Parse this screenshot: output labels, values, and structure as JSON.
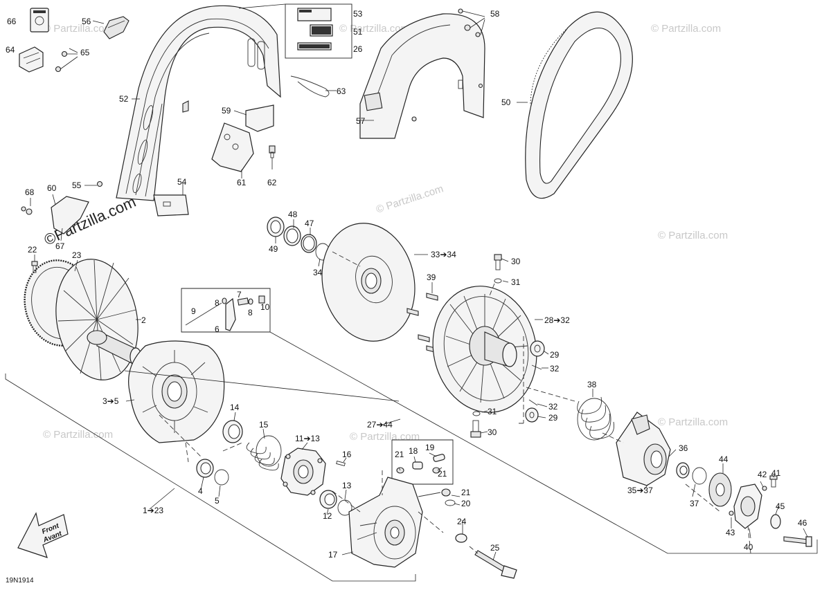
{
  "diagram": {
    "drawing_code": "19N1914",
    "watermark": "© Partzilla.com",
    "watermark_main": "©Partzilla.com",
    "front_label": {
      "line1": "Front",
      "line2": "Avant"
    },
    "labels": [
      {
        "id": "66",
        "text": "66"
      },
      {
        "id": "56",
        "text": "56"
      },
      {
        "id": "53",
        "text": "53"
      },
      {
        "id": "51",
        "text": "51"
      },
      {
        "id": "26",
        "text": "26"
      },
      {
        "id": "58",
        "text": "58"
      },
      {
        "id": "64",
        "text": "64"
      },
      {
        "id": "65",
        "text": "65"
      },
      {
        "id": "52",
        "text": "52"
      },
      {
        "id": "63",
        "text": "63"
      },
      {
        "id": "50",
        "text": "50"
      },
      {
        "id": "59",
        "text": "59"
      },
      {
        "id": "57",
        "text": "57"
      },
      {
        "id": "61",
        "text": "61"
      },
      {
        "id": "62",
        "text": "62"
      },
      {
        "id": "55",
        "text": "55"
      },
      {
        "id": "54",
        "text": "54"
      },
      {
        "id": "68",
        "text": "68"
      },
      {
        "id": "60",
        "text": "60"
      },
      {
        "id": "67",
        "text": "67"
      },
      {
        "id": "48",
        "text": "48"
      },
      {
        "id": "47",
        "text": "47"
      },
      {
        "id": "49",
        "text": "49"
      },
      {
        "id": "34",
        "text": "34"
      },
      {
        "id": "33",
        "text": "33➔34"
      },
      {
        "id": "30a",
        "text": "30"
      },
      {
        "id": "31a",
        "text": "31"
      },
      {
        "id": "22",
        "text": "22"
      },
      {
        "id": "23",
        "text": "23"
      },
      {
        "id": "39",
        "text": "39"
      },
      {
        "id": "9",
        "text": "9"
      },
      {
        "id": "8a",
        "text": "8"
      },
      {
        "id": "7",
        "text": "7"
      },
      {
        "id": "8b",
        "text": "8"
      },
      {
        "id": "10",
        "text": "10"
      },
      {
        "id": "6",
        "text": "6"
      },
      {
        "id": "2",
        "text": "2"
      },
      {
        "id": "28",
        "text": "28➔32"
      },
      {
        "id": "29a",
        "text": "29"
      },
      {
        "id": "32a",
        "text": "32"
      },
      {
        "id": "38",
        "text": "38"
      },
      {
        "id": "3",
        "text": "3➔5"
      },
      {
        "id": "14",
        "text": "14"
      },
      {
        "id": "32b",
        "text": "32"
      },
      {
        "id": "31b",
        "text": "31"
      },
      {
        "id": "29b",
        "text": "29"
      },
      {
        "id": "27",
        "text": "27➔44"
      },
      {
        "id": "30b",
        "text": "30"
      },
      {
        "id": "15",
        "text": "15"
      },
      {
        "id": "11",
        "text": "11➔13"
      },
      {
        "id": "19",
        "text": "19"
      },
      {
        "id": "21a",
        "text": "21"
      },
      {
        "id": "18",
        "text": "18"
      },
      {
        "id": "21b",
        "text": "21"
      },
      {
        "id": "16",
        "text": "16"
      },
      {
        "id": "36",
        "text": "36"
      },
      {
        "id": "44",
        "text": "44"
      },
      {
        "id": "42",
        "text": "42"
      },
      {
        "id": "41",
        "text": "41"
      },
      {
        "id": "4",
        "text": "4"
      },
      {
        "id": "5",
        "text": "5"
      },
      {
        "id": "13",
        "text": "13"
      },
      {
        "id": "35",
        "text": "35➔37"
      },
      {
        "id": "21c",
        "text": "21"
      },
      {
        "id": "20",
        "text": "20"
      },
      {
        "id": "12",
        "text": "12"
      },
      {
        "id": "37",
        "text": "37"
      },
      {
        "id": "45",
        "text": "45"
      },
      {
        "id": "1",
        "text": "1➔23"
      },
      {
        "id": "24",
        "text": "24"
      },
      {
        "id": "43",
        "text": "43"
      },
      {
        "id": "46",
        "text": "46"
      },
      {
        "id": "40",
        "text": "40"
      },
      {
        "id": "25",
        "text": "25"
      },
      {
        "id": "17",
        "text": "17"
      }
    ]
  }
}
